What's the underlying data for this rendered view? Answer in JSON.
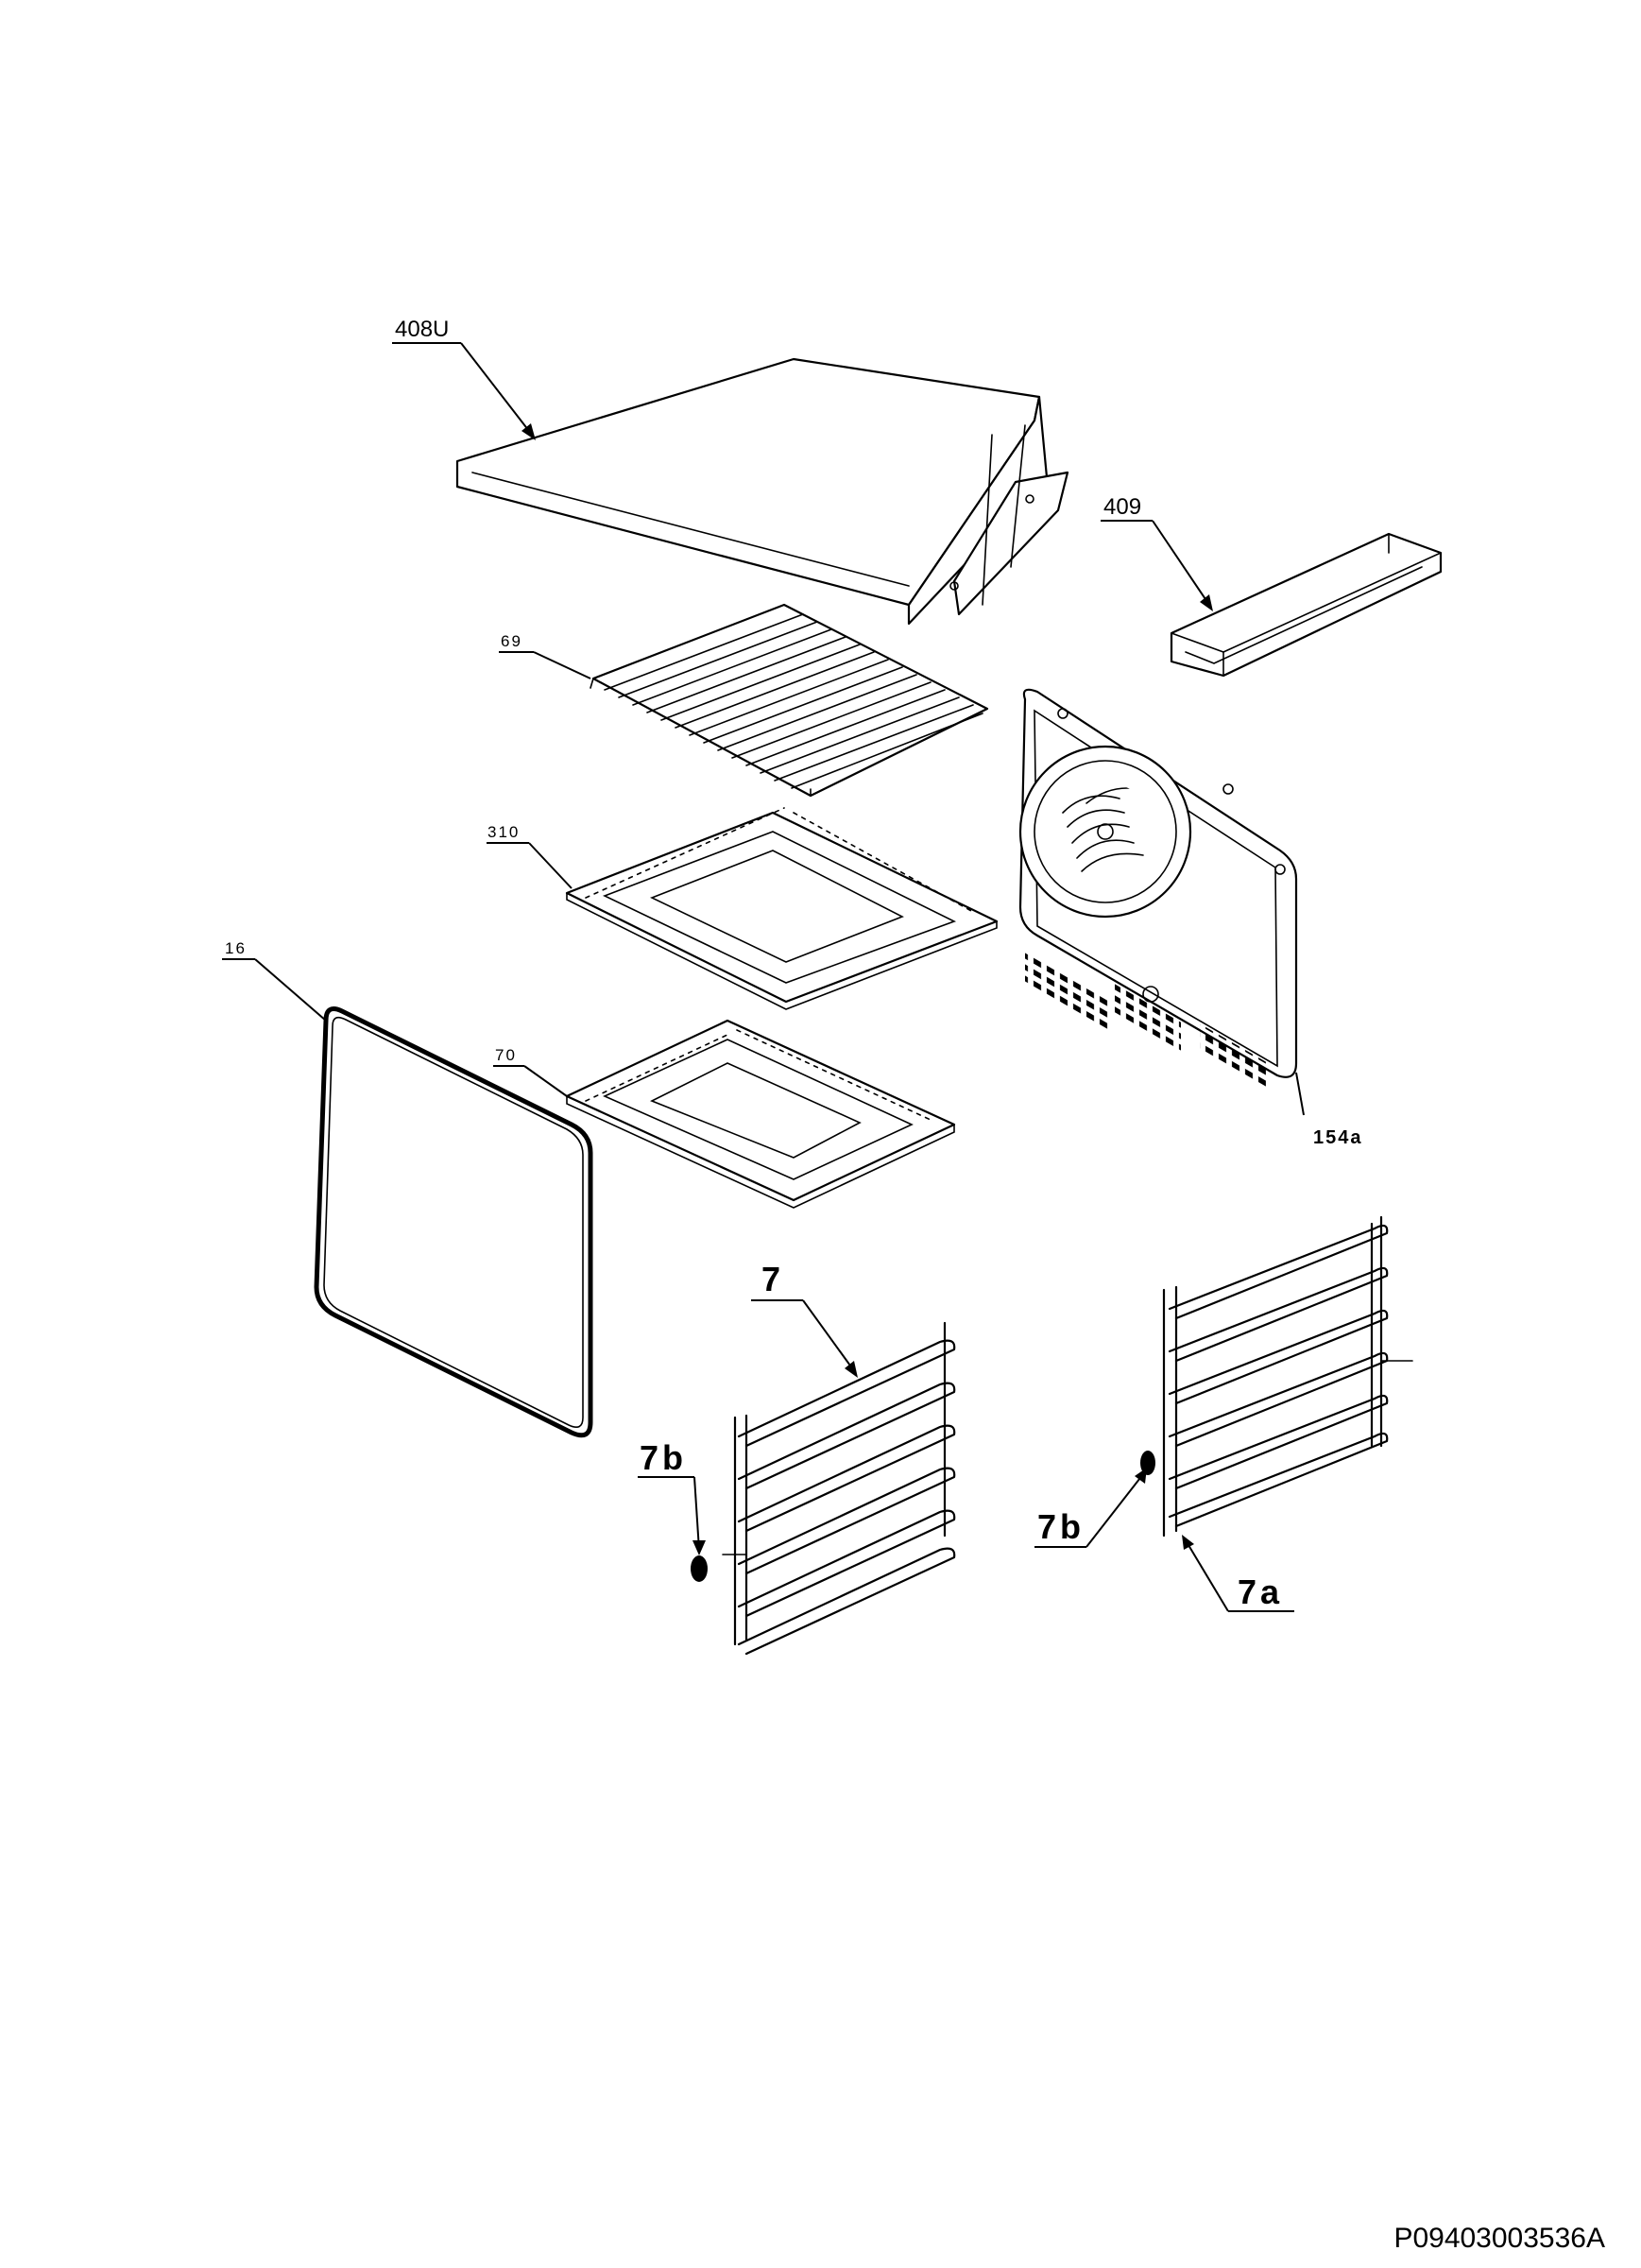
{
  "labels": {
    "top_cover": "408U",
    "tray": "409",
    "wire_shelf": "69",
    "baking_tray": "310",
    "gasket": "16",
    "roasting_pan": "70",
    "back_panel": "154a",
    "shelf_support": "7",
    "bolt_left": "7b",
    "bolt_right": "7b",
    "support_right": "7a"
  },
  "diagram_code": "P09403003536A",
  "colors": {
    "line": "#000000",
    "background": "#ffffff"
  }
}
